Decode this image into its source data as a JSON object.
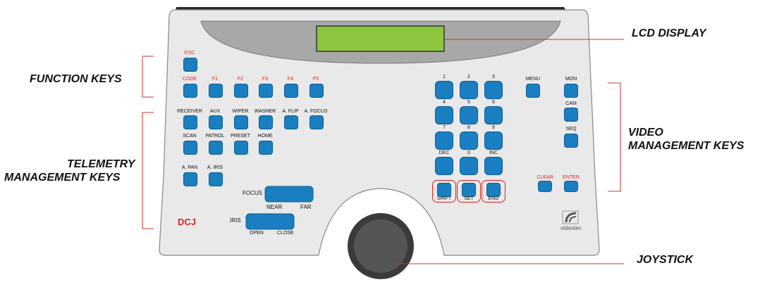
{
  "callouts": {
    "lcd": "LCD DISPLAY",
    "function": "FUNCTION KEYS",
    "telemetry_1": "TELEMETRY",
    "telemetry_2": "MANAGEMENT KEYS",
    "video_1": "VIDEO",
    "video_2": "MANAGEMENT KEYS",
    "joystick": "JOYSTICK"
  },
  "function_keys": {
    "esc": "ESC",
    "code": "CODE",
    "f1": "F1",
    "f2": "F2",
    "f3": "F3",
    "f4": "F4",
    "f5": "F5"
  },
  "telemetry_keys": {
    "receiver": "RECEIVER",
    "aux": "AUX",
    "wiper": "WIPER",
    "washer": "WASHER",
    "aflip": "A. FLIP",
    "afocus": "A. FOCUS",
    "scan": "SCAN",
    "patrol": "PATROL",
    "preset": "PRESET",
    "home": "HOME",
    "apan": "A. PAN",
    "airis": "A. IRIS"
  },
  "rockers": {
    "focus": "FOCUS",
    "near": "NEAR",
    "far": "FAR",
    "iris": "IRIS",
    "open": "OPEN",
    "close": "CLOSE"
  },
  "numeric_keys": {
    "k1": "1",
    "k2": "2",
    "k3": "3",
    "k4": "4",
    "k5": "5",
    "k6": "6",
    "k7": "7",
    "k8": "8",
    "k9": "9",
    "dec": "DEC",
    "k0": "0",
    "inc": "INC",
    "shift": "SHIFT",
    "set": "SET",
    "end": "END"
  },
  "video_keys": {
    "menu": "MENU",
    "mon": "MON",
    "cam": "CAM",
    "seq": "SEQ",
    "clear": "CLEAR",
    "enter": "ENTER"
  },
  "brand": {
    "dcj": "DCJ",
    "logo_text": "videotec"
  },
  "colors": {
    "key": "#1a7fc1",
    "lcd": "#8cc63f",
    "accent": "#d22222",
    "panel": "#e9e9e9"
  }
}
